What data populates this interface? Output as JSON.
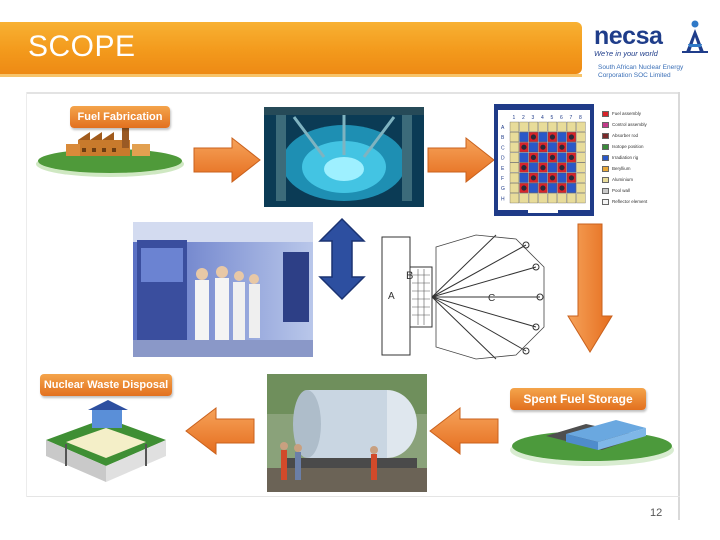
{
  "slide": {
    "title": "SCOPE",
    "page_number": "12"
  },
  "logo": {
    "name": "necsa",
    "tagline": "We're in your world",
    "subtitle_line1": "South African Nuclear Energy",
    "subtitle_line2": "Corporation SOC Limited"
  },
  "stages": {
    "fuel_fabrication": "Fuel Fabrication",
    "nuclear_waste_disposal": "Nuclear Waste Disposal",
    "spent_fuel_storage": "Spent Fuel Storage"
  },
  "core_map": {
    "columns": [
      "1",
      "2",
      "3",
      "4",
      "5",
      "6",
      "7",
      "8"
    ],
    "rows": [
      "A",
      "B",
      "C",
      "D",
      "E",
      "F",
      "G",
      "H"
    ],
    "legend": [
      "Fuel assembly",
      "Control assembly",
      "Absorber rod",
      "Isotope position",
      "Irradiation rig",
      "Beryllium",
      "Aluminium",
      "Pool wall",
      "Reflector element"
    ]
  },
  "colors": {
    "title_bar": "#f39a1c",
    "arrow_orange": "#f0852a",
    "arrow_blue": "#2d4fa0",
    "logo_blue": "#1f3d8a"
  },
  "icons": [
    "logo-mark-icon",
    "right-arrow-icon",
    "down-arrow-icon",
    "left-arrow-icon",
    "double-arrow-icon"
  ]
}
